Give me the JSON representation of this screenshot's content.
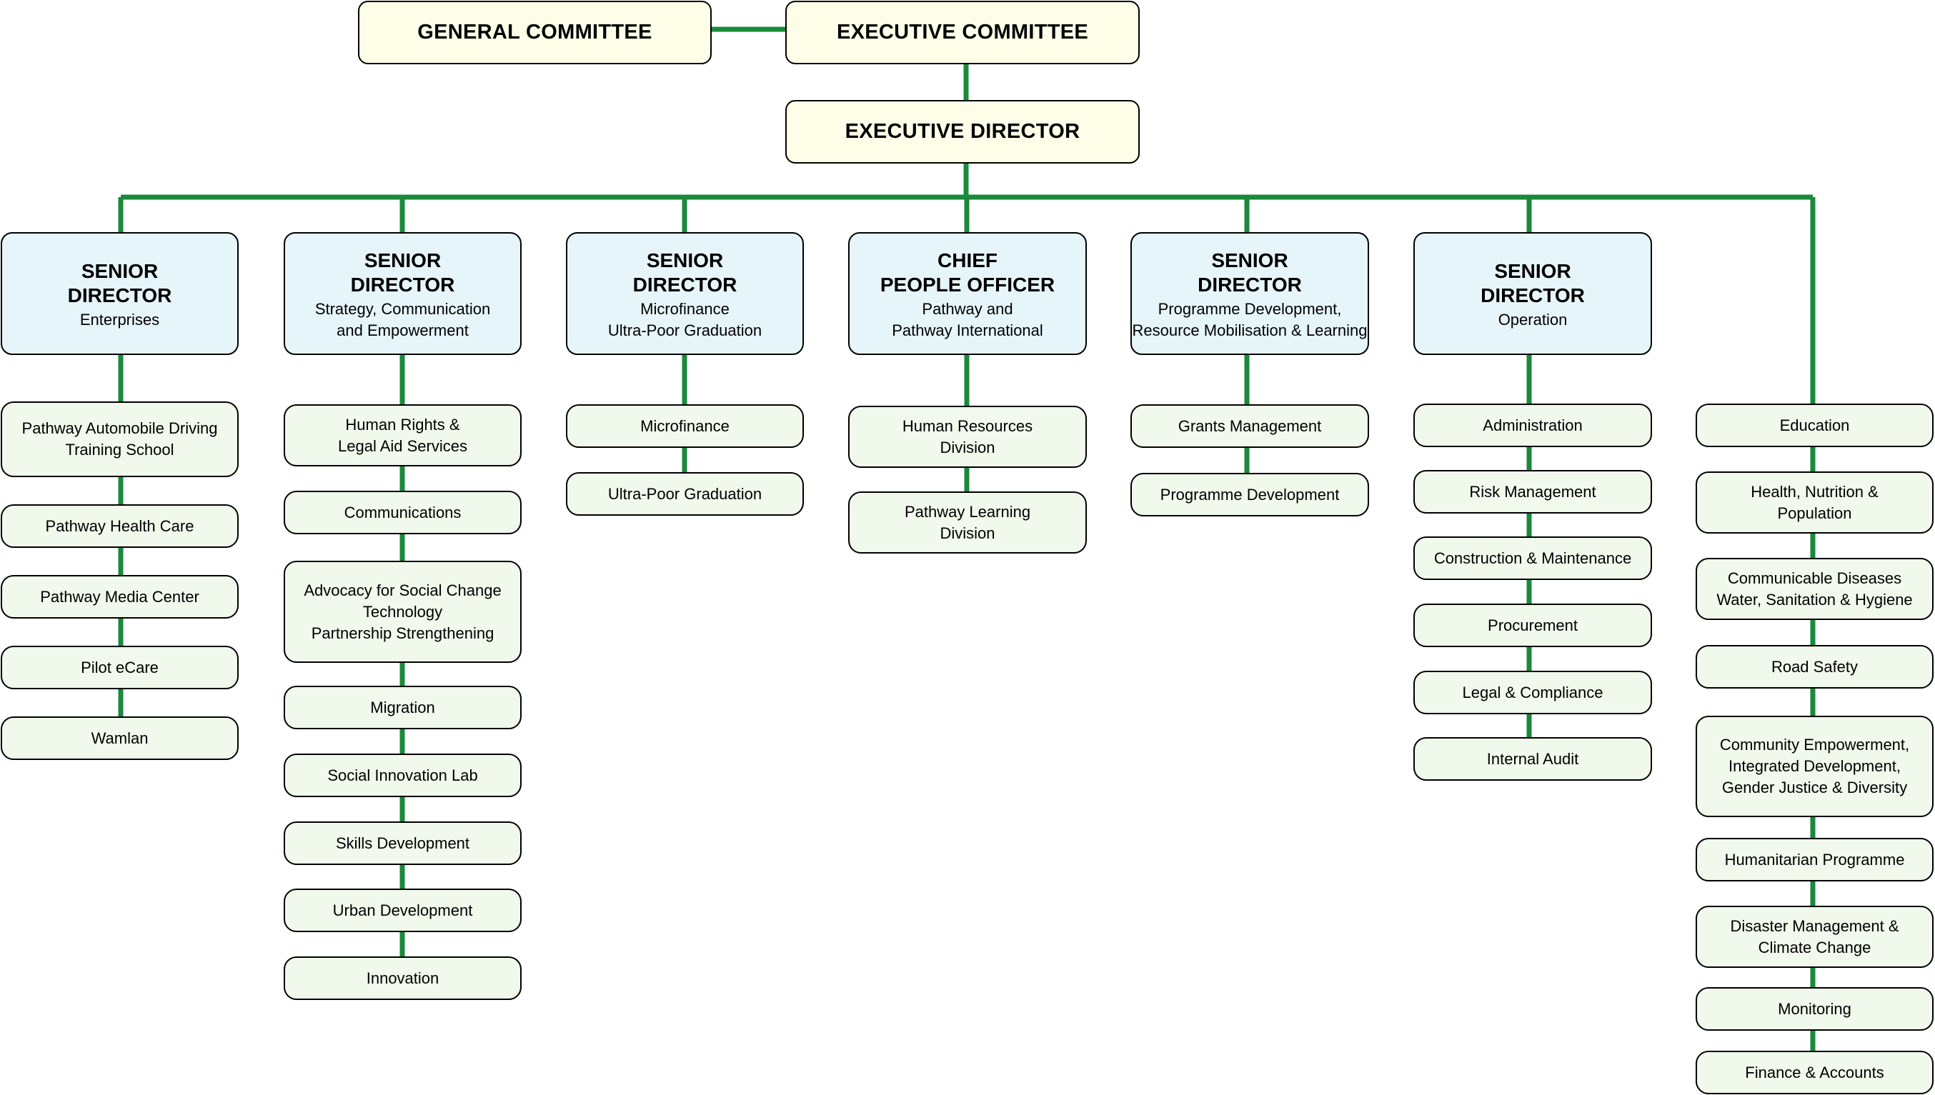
{
  "top": {
    "general_committee": "GENERAL COMMITTEE",
    "executive_committee": "EXECUTIVE COMMITTEE",
    "executive_director": "EXECUTIVE DIRECTOR"
  },
  "colors": {
    "connector": "#1a8a3a",
    "top_fill": "#fefee8",
    "head_fill": "#e6f5fa",
    "unit_fill": "#f1f8ec"
  },
  "columns": [
    {
      "head": {
        "title": "SENIOR\nDIRECTOR",
        "subtitle": "Enterprises"
      },
      "units": [
        "Pathway Automobile Driving\nTraining School",
        "Pathway Health Care",
        "Pathway Media Center",
        "Pilot eCare",
        "Wamlan"
      ]
    },
    {
      "head": {
        "title": "SENIOR\nDIRECTOR",
        "subtitle": "Strategy, Communication\nand Empowerment"
      },
      "units": [
        "Human Rights &\nLegal Aid Services",
        "Communications",
        "Advocacy for Social Change\nTechnology\nPartnership Strengthening",
        "Migration",
        "Social Innovation Lab",
        "Skills Development",
        "Urban Development",
        "Innovation"
      ]
    },
    {
      "head": {
        "title": "SENIOR\nDIRECTOR",
        "subtitle": "Microfinance\nUltra-Poor Graduation"
      },
      "units": [
        "Microfinance",
        "Ultra-Poor Graduation"
      ]
    },
    {
      "head": {
        "title": "CHIEF\nPEOPLE OFFICER",
        "subtitle": "Pathway and\nPathway International"
      },
      "units": [
        "Human Resources\nDivision",
        "Pathway Learning\nDivision"
      ]
    },
    {
      "head": {
        "title": "SENIOR\nDIRECTOR",
        "subtitle": "Programme Development,\nResource Mobilisation & Learning"
      },
      "units": [
        "Grants Management",
        "Programme Development"
      ]
    },
    {
      "head": {
        "title": "SENIOR\nDIRECTOR",
        "subtitle": "Operation"
      },
      "units": [
        "Administration",
        "Risk Management",
        "Construction & Maintenance",
        "Procurement",
        "Legal & Compliance",
        "Internal Audit"
      ]
    },
    {
      "units": [
        "Education",
        "Health, Nutrition &\nPopulation",
        "Communicable Diseases\nWater, Sanitation & Hygiene",
        "Road Safety",
        "Community Empowerment,\nIntegrated Development,\nGender Justice & Diversity",
        "Humanitarian Programme",
        "Disaster Management &\nClimate Change",
        "Monitoring",
        "Finance & Accounts"
      ]
    }
  ]
}
